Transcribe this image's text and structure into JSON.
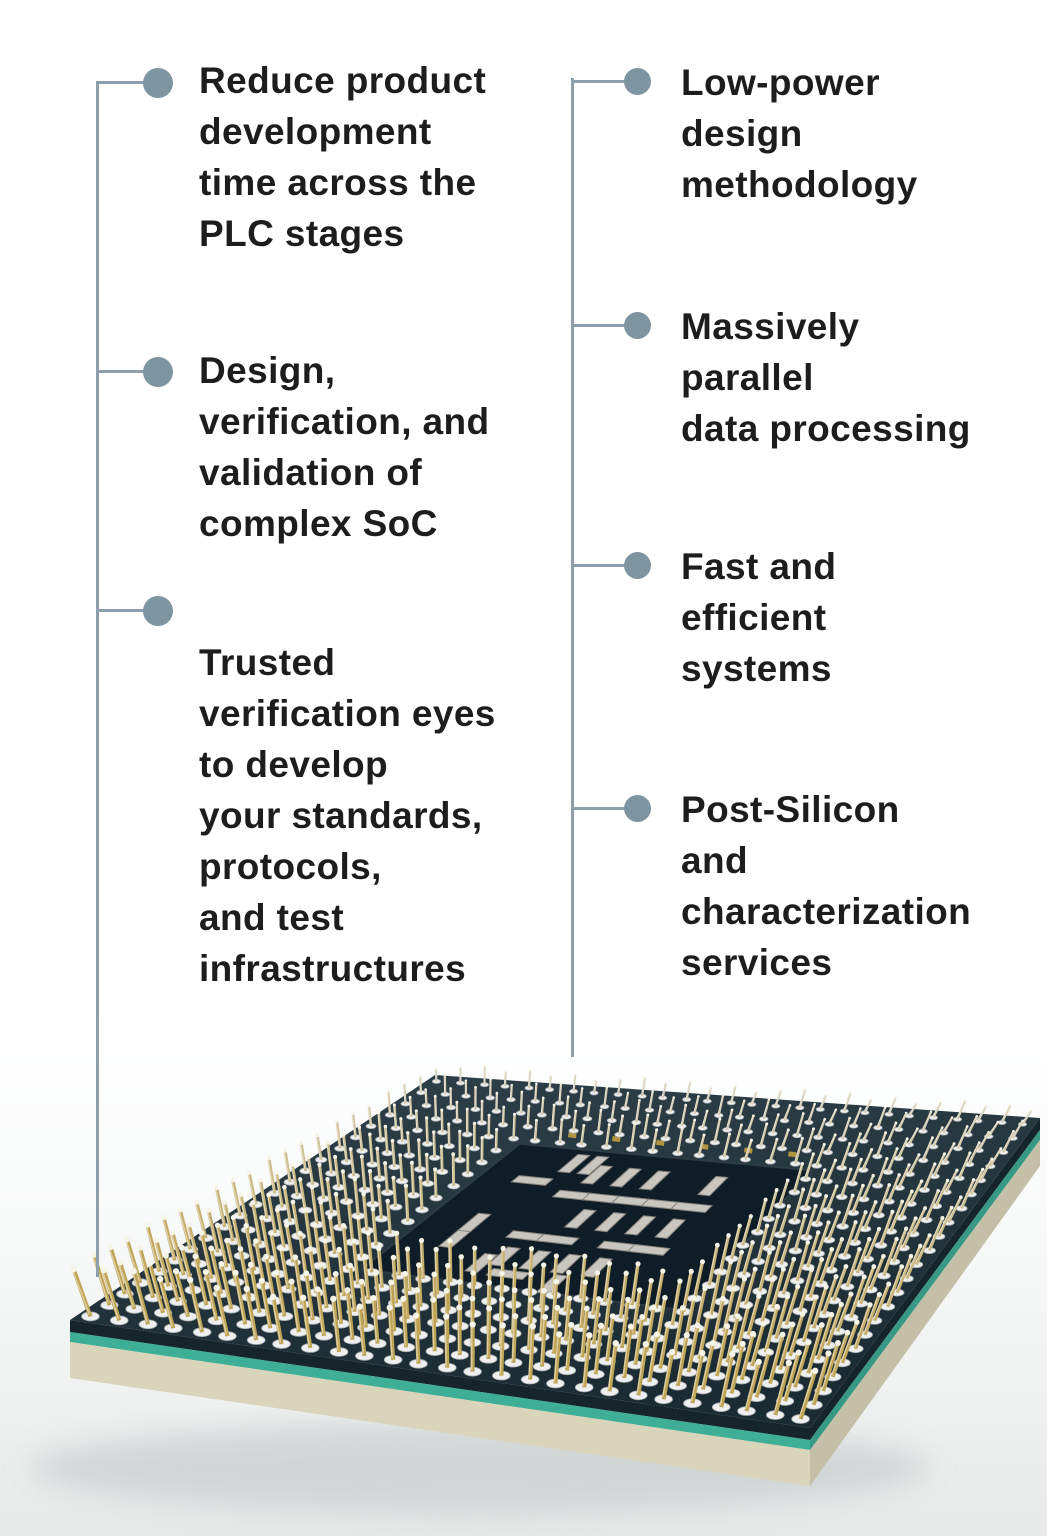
{
  "page": {
    "background": "#ffffff"
  },
  "accent": {
    "rail_line": "#8ba0ab",
    "bullet_dot": "#7d94a1",
    "text": "#1d1d1d"
  },
  "columns": {
    "left": {
      "items": [
        {
          "label": "Reduce product\ndevelopment\ntime across the\nPLC stages"
        },
        {
          "label": "Design,\nverification, and\nvalidation of\ncomplex SoC"
        },
        {
          "label": "Trusted\nverification eyes\nto develop\nyour standards,\nprotocols,\nand test\ninfrastructures"
        }
      ]
    },
    "right": {
      "items": [
        {
          "label": "Low-power\ndesign\nmethodology"
        },
        {
          "label": "Massively\nparallel\ndata processing"
        },
        {
          "label": "Fast and\nefficient\nsystems"
        },
        {
          "label": "Post-Silicon\nand\ncharacterization\nservices"
        }
      ]
    }
  },
  "chip_photo": {
    "name": "cpu-pga-chip-bottom-view",
    "palette": {
      "board_dark": "#1b2b34",
      "board_light": "#2e4049",
      "board_edge": "#16242c",
      "die": "#0e1d27",
      "teal": "#3fae97",
      "substrate": "#d9d5ba",
      "pad": "#edeff0",
      "pad_edge": "#a7adb0",
      "pin_gold": "#c0a455",
      "pin_silver": "#dbd9cd",
      "pin_tip": "#f6f3e7",
      "smd": "#c9c5bf",
      "smd_edge": "#87837c",
      "gold_pad": "#b2943e",
      "shadow": "#c4c9c9"
    }
  }
}
